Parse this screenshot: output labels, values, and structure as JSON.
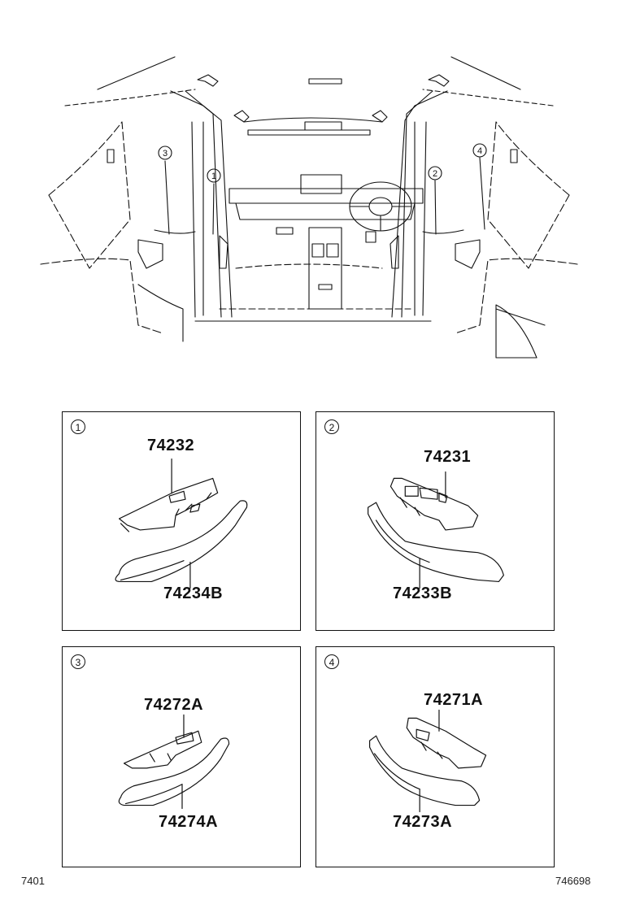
{
  "overview": {
    "callouts": [
      "1",
      "2",
      "3",
      "4"
    ]
  },
  "panels": [
    {
      "index": "1",
      "part_upper": "74232",
      "part_lower": "74234B"
    },
    {
      "index": "2",
      "part_upper": "74231",
      "part_lower": "74233B"
    },
    {
      "index": "3",
      "part_upper": "74272A",
      "part_lower": "74274A"
    },
    {
      "index": "4",
      "part_upper": "74271A",
      "part_lower": "74273A"
    }
  ],
  "footer": {
    "left_code": "7401",
    "right_code": "746698"
  }
}
